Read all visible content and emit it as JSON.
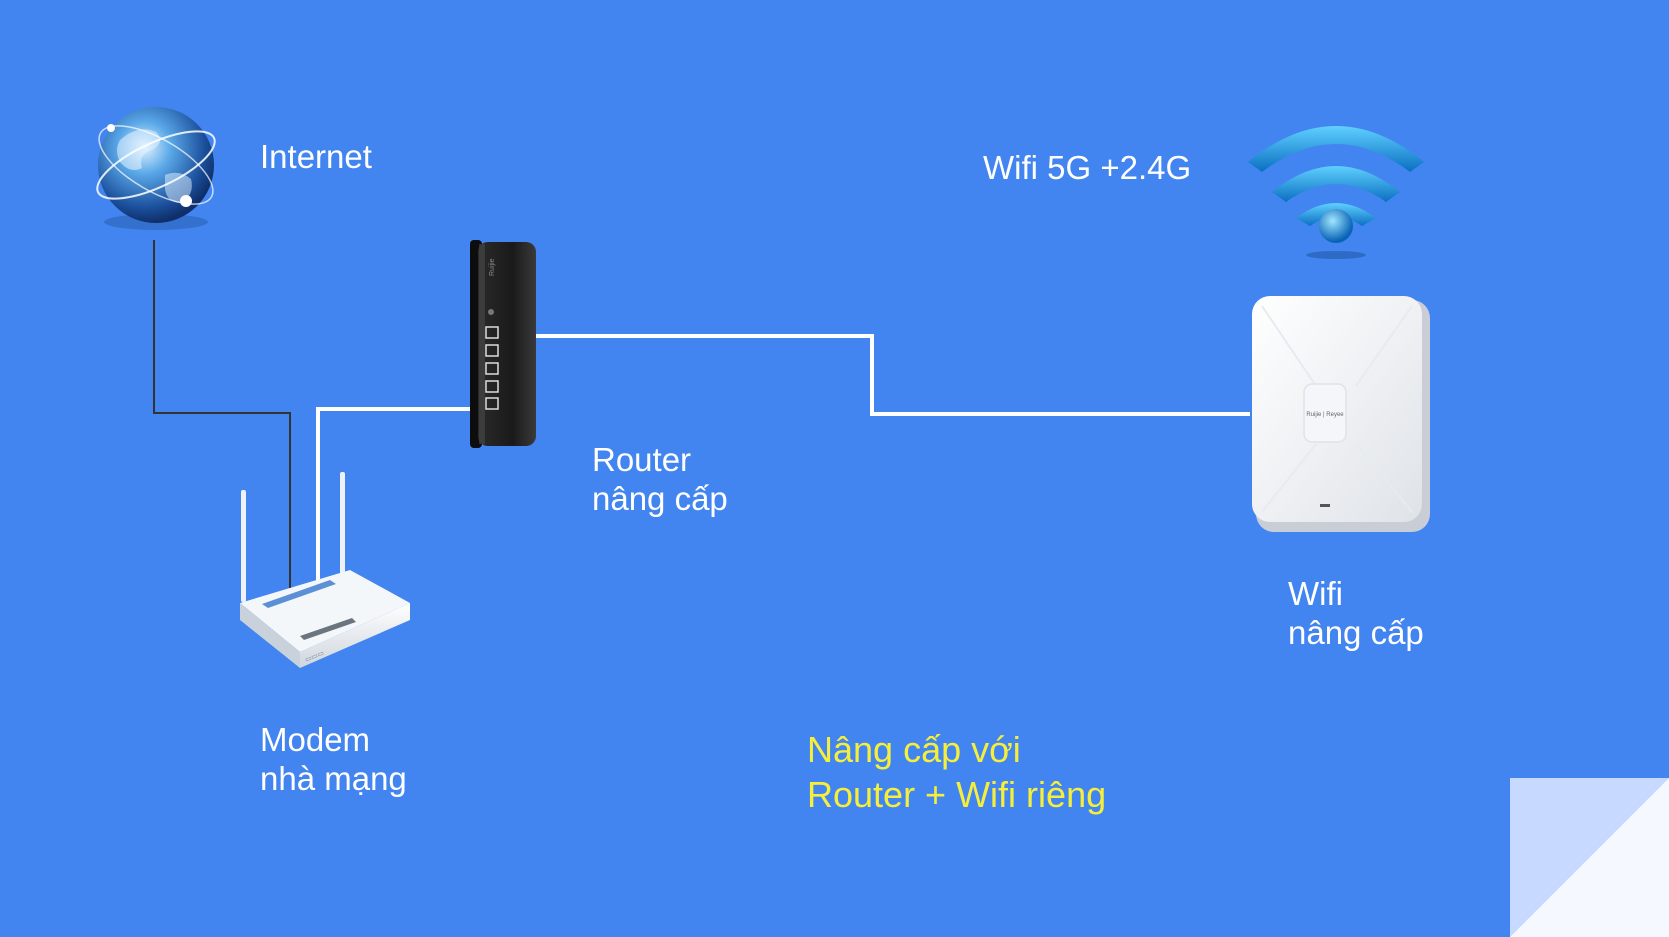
{
  "labels": {
    "internet": "Internet",
    "wifi_band": "Wifi 5G +2.4G",
    "router_line1": "Router",
    "router_line2": "nâng cấp",
    "modem_line1": "Modem",
    "modem_line2": "nhà mạng",
    "wifi_line1": "Wifi",
    "wifi_line2": "nâng cấp",
    "summary_line1": "Nâng cấp với",
    "summary_line2": "Router + Wifi riêng"
  },
  "devices": {
    "router_brand": "Ruijie",
    "ap_brand": "Ruijie | Reyee"
  },
  "colors": {
    "background": "#4285f0",
    "label_text": "#ffffff",
    "highlight_text": "#f5ef3c",
    "cable": "#ffffff",
    "phone_line": "#333333",
    "corner_fold": "#c8d9ff"
  },
  "icons": [
    "globe-icon",
    "wifi-signal-icon",
    "router-device",
    "modem-device",
    "access-point-device"
  ]
}
